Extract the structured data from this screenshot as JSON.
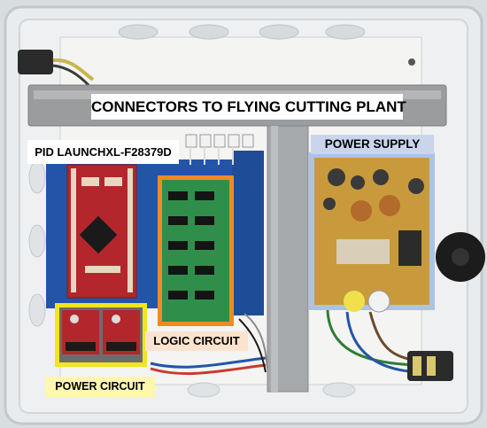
{
  "labels": {
    "connectors": "CONNECTORS TO FLYING CUTTING PLANT",
    "pid": "PID LAUNCHXL-F28379D",
    "power_supply": "POWER SUPPLY",
    "logic_circuit": "LOGIC CIRCUIT",
    "power_circuit": "POWER CIRCUIT"
  },
  "colors": {
    "enclosure": "#e9ecee",
    "backplate": "#f4f4f2",
    "rail": "#9a9c9e",
    "mcu_board": "#b3272c",
    "logic_board": "#2f8f4a",
    "blue_board": "#2255a8",
    "psu_pcb": "#c99a3c",
    "highlight_logic": "#f08a24",
    "highlight_power": "#f2e51b",
    "highlight_psu": "#aec2e6"
  }
}
